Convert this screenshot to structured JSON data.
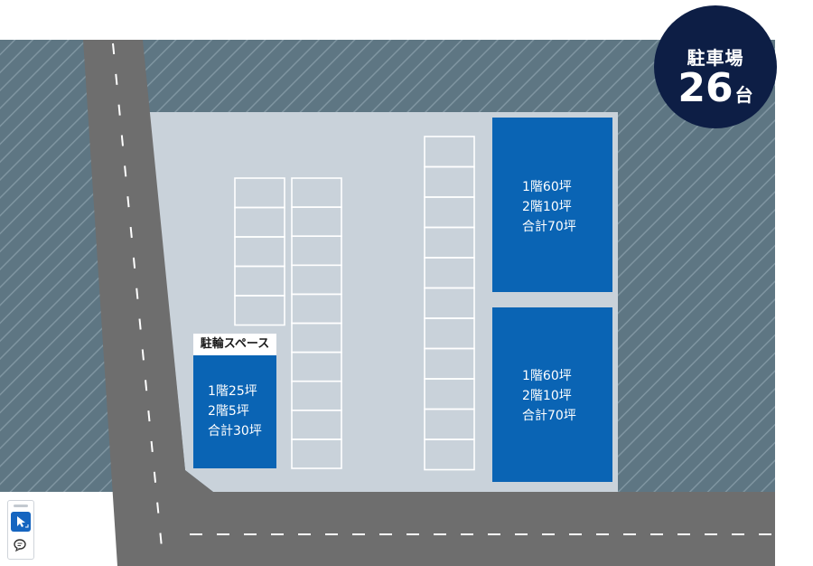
{
  "badge": {
    "title": "駐車場",
    "count": "26",
    "unit": "台"
  },
  "bike": {
    "label": "駐輪スペース"
  },
  "buildings": {
    "top_right": [
      "1階60坪",
      "2階10坪",
      "合計70坪"
    ],
    "bottom_right": [
      "1階60坪",
      "2階10坪",
      "合計70坪"
    ],
    "left": [
      "1階25坪",
      "2階5坪",
      "合計30坪"
    ]
  },
  "parking": {
    "columns": [
      {
        "name": "col-a",
        "count": 5
      },
      {
        "name": "col-b",
        "count": 10
      },
      {
        "name": "col-c",
        "count": 11
      }
    ]
  },
  "colors": {
    "hatch_base": "#5e7683",
    "hatch_line": "#7f95a1",
    "lot": "#c9d2da",
    "road": "#6e6e6e",
    "building": "#0a64b4",
    "badge": "#0d1e45"
  },
  "icons": [
    "cursor-icon",
    "comment-icon"
  ]
}
